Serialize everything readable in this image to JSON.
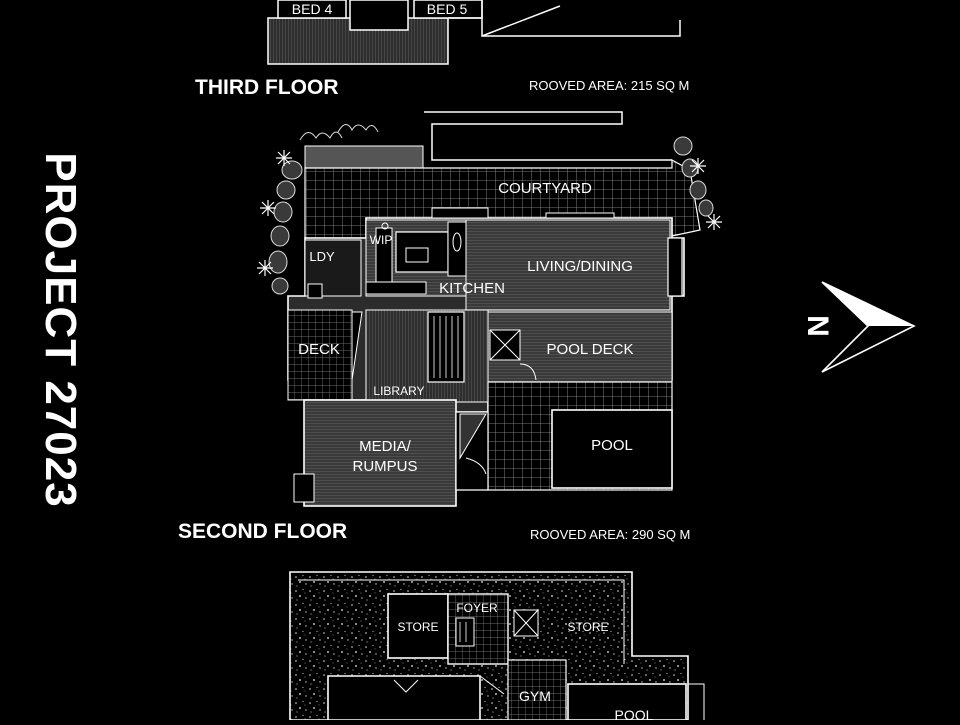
{
  "project_title": "PROJECT 27023",
  "floors": {
    "third": {
      "title": "THIRD FLOOR",
      "area": "ROOVED AREA: 215 SQ M"
    },
    "second": {
      "title": "SECOND FLOOR",
      "area": "ROOVED AREA: 290 SQ M"
    }
  },
  "rooms": {
    "bed4": "BED 4",
    "bed5": "BED 5",
    "courtyard": "COURTYARD",
    "wip": "WIP",
    "ldy": "LDY",
    "kitchen": "KITCHEN",
    "living_dining": "LIVING/DINING",
    "deck": "DECK",
    "pool_deck": "POOL DECK",
    "library": "LIBRARY",
    "media_line1": "MEDIA/",
    "media_line2": "RUMPUS",
    "pool": "POOL",
    "store1": "STORE",
    "foyer": "FOYER",
    "store2": "STORE",
    "gym": "GYM",
    "pool_lower": "POOL"
  },
  "north_arrow_letter": "N",
  "colors": {
    "background": "#000000",
    "line": "#ffffff",
    "hatch": "#7a7a7a",
    "fill_dark": "#3c3c3c"
  }
}
